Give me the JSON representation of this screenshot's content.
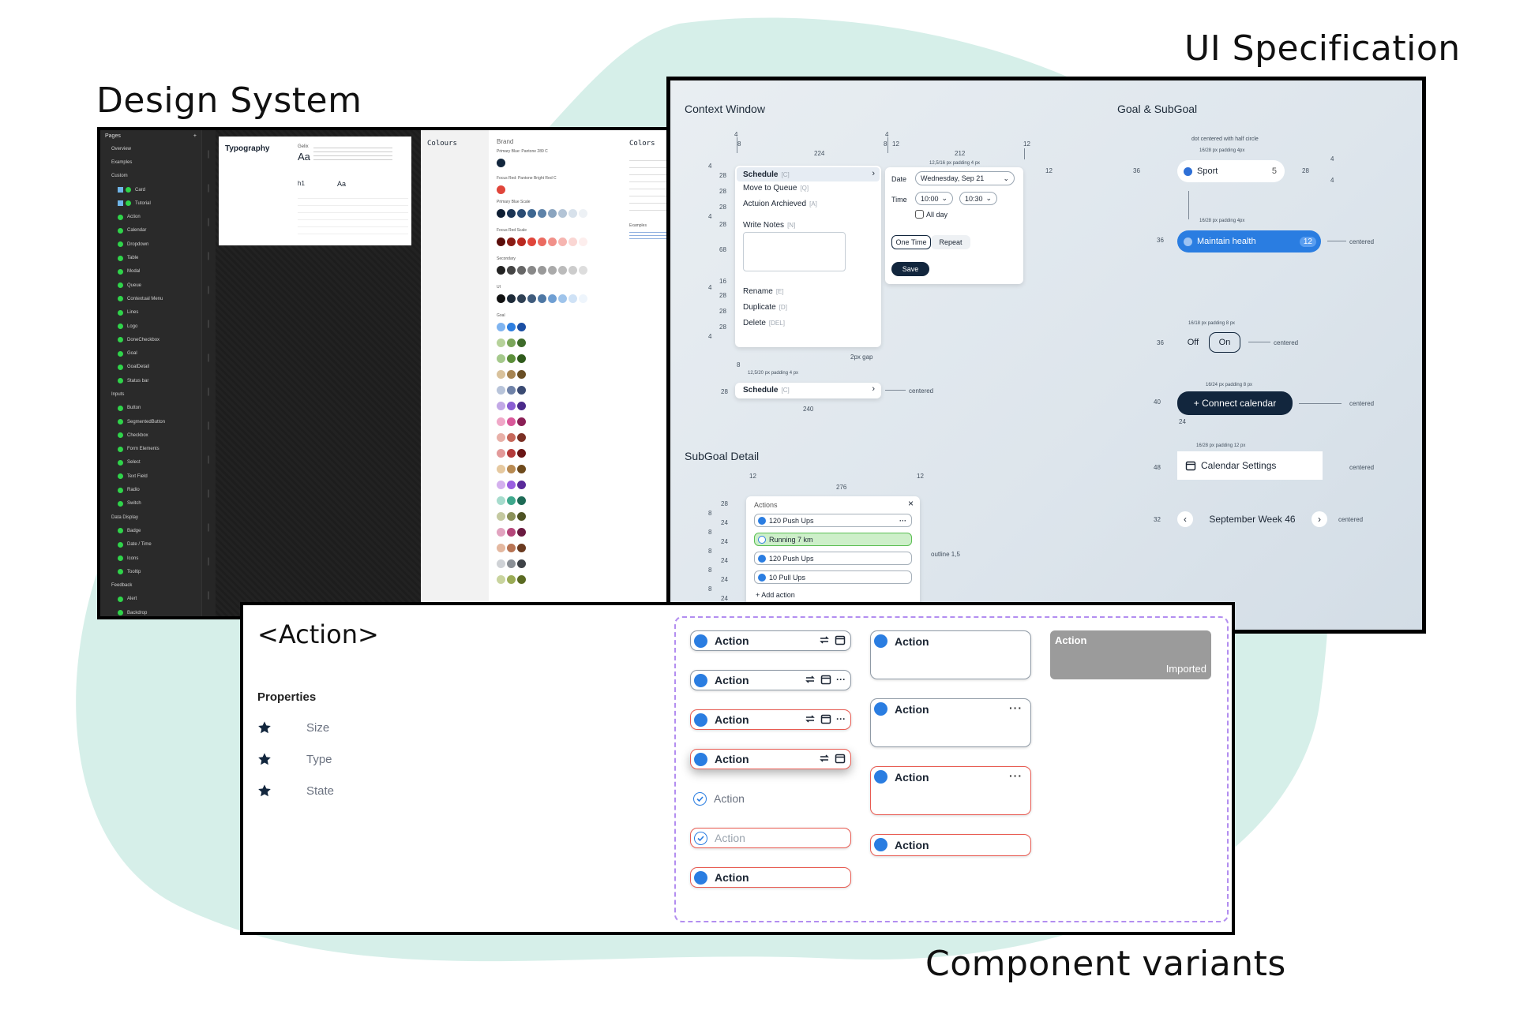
{
  "titles": {
    "design_system": "Design System",
    "ui_spec": "UI Specification",
    "component_variants": "Component variants"
  },
  "colors": {
    "blob": "#d6efe9",
    "accent_blue": "#2a7de1",
    "navy": "#12263d",
    "error_red": "#e85b52",
    "variant_border": "#b38ef0"
  },
  "design_system": {
    "sidebar_header": "Pages",
    "pages": [
      "Overview",
      "Examples",
      "Custom",
      "Card",
      "Tutorial",
      "Action",
      "Calendar",
      "Dropdown",
      "Table",
      "Modal",
      "Queue",
      "Contextual Menu",
      "Lines",
      "Logo",
      "DoneCheckbox",
      "Goal",
      "GoalDetail",
      "Status bar",
      "Inputs",
      "Button",
      "SegmentedButton",
      "Checkbox",
      "Form Elements",
      "Select",
      "Text Field",
      "Radio",
      "Switch",
      "Data Display",
      "Badge",
      "Date / Time",
      "Icons",
      "Tooltip",
      "Feedback",
      "Alert",
      "Backdrop"
    ],
    "typography": {
      "title": "Typography",
      "font": "Gelix",
      "sample": "Aa",
      "h1": "h1"
    },
    "colours_title": "Colours",
    "brand_title": "Brand",
    "primary_blue": "Primary Blue: Pantone 289 C",
    "focus_red": "Focus Red: Pantone Bright Red C",
    "primary_blue_scale": "Primary Blue Scale",
    "focus_red_scale": "Focus Red Scale",
    "secondary": "Secondary",
    "ui": "UI",
    "goal": "Goal",
    "colors_title": "Colors",
    "examples": "Examples"
  },
  "spec": {
    "context_window": "Context Window",
    "goal_subgoal": "Goal & SubGoal",
    "subgoal_detail": "SubGoal Detail",
    "menu": {
      "schedule": "Schedule",
      "schedule_key": "[C]",
      "move_to_queue": "Move to Queue",
      "move_key": "[Q]",
      "action_archieved": "Actuion Archieved",
      "archieved_key": "[A]",
      "write_notes": "Write Notes",
      "notes_key": "[N]",
      "rename": "Rename",
      "rename_key": "[E]",
      "duplicate": "Duplicate",
      "duplicate_key": "[D]",
      "delete": "Delete",
      "delete_key": "[DEL]"
    },
    "popover": {
      "date_label": "Date",
      "date_value": "Wednesday, Sep 21",
      "time_label": "Time",
      "time_from": "10:00",
      "time_to": "10:30",
      "all_day": "All day",
      "one_time": "One Time",
      "repeat": "Repeat",
      "save": "Save"
    },
    "dims": {
      "d4a": "4",
      "d8a": "8",
      "d224": "224",
      "d4b": "4",
      "d8b": "8",
      "d12a": "12",
      "d212": "212",
      "d12b": "12",
      "d12c": "12",
      "p1": "12,5/16 px  padding 4 px",
      "r4a": "4",
      "r28a": "28",
      "r28b": "28",
      "r28c": "28",
      "r4b": "4",
      "r28d": "28",
      "r68": "68",
      "r16": "16",
      "r4c": "4",
      "r28e": "28",
      "r28f": "28",
      "r28g": "28",
      "r4d": "4",
      "gap": "2px gap",
      "d8c": "8",
      "p2": "12,5/20 px  padding 4 px",
      "r28h": "28",
      "d240": "240",
      "centered1": "centered",
      "goal_note": "dot centered with half circle",
      "g_p1": "16/28 px  padding 4px",
      "g36a": "36",
      "g4a": "4",
      "g28": "28",
      "g4b": "4",
      "g_p2": "16/28 px  padding 4px",
      "g36b": "36",
      "centered2": "centered",
      "g_p3": "16/18 px  padding 8 px",
      "g36c": "36",
      "centered3": "centered",
      "g_p4": "16/24 px  padding 8 px",
      "g40": "40",
      "centered4": "centered",
      "g24": "24",
      "g_p5": "16/28 px  padding 12 px",
      "g48": "48",
      "centered5": "centered",
      "g32": "32",
      "centered6": "centered",
      "s12a": "12",
      "s276": "276",
      "s12b": "12",
      "s28": "28",
      "s8a": "8",
      "s24a": "24",
      "s8b": "8",
      "s24b": "24",
      "s8c": "8",
      "s24c": "24",
      "s8d": "8",
      "s24d": "24",
      "s8e": "8",
      "s24e": "24",
      "outline": "outline 1,5"
    },
    "goal": {
      "sport": "Sport",
      "sport_count": "5",
      "maintain": "Maintain health",
      "maintain_count": "12",
      "off": "Off",
      "on": "On",
      "connect": "+ Connect calendar",
      "calendar_settings": "Calendar Settings",
      "week": "September Week 46"
    },
    "subgoal": {
      "actions": "Actions",
      "items": [
        "120 Push Ups",
        "Running 7 km",
        "120 Push Ups",
        "10 Pull Ups"
      ],
      "add": "+ Add action"
    }
  },
  "variants": {
    "title": "<Action>",
    "properties": "Properties",
    "props": [
      "Size",
      "Type",
      "State"
    ],
    "label": "Action",
    "imported": "Imported"
  }
}
